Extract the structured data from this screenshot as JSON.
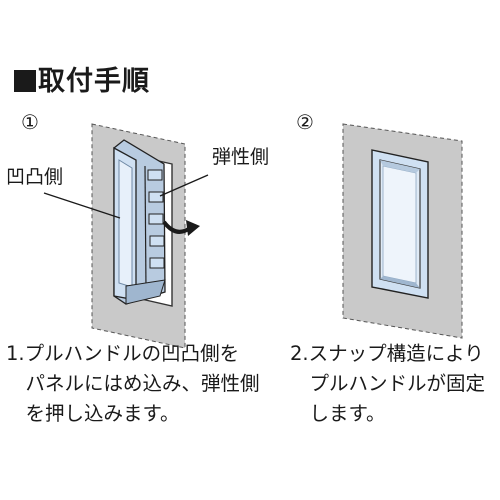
{
  "title": "取付手順",
  "steps": [
    {
      "number": "①",
      "labels": {
        "concave_convex_side": "凹凸側",
        "elastic_side": "弾性側"
      },
      "description": "1.プルハンドルの凹凸側を\n　パネルにはめ込み、弾性側\n　を押し込みます。"
    },
    {
      "number": "②",
      "description": "2.スナップ構造により\n　プルハンドルが固定\n　します。"
    }
  ],
  "colors": {
    "panel": "#c9c9c9",
    "handle": "#cfe0f2",
    "handle_dark": "#8ea7c1",
    "outline": "#1a1a1a"
  }
}
